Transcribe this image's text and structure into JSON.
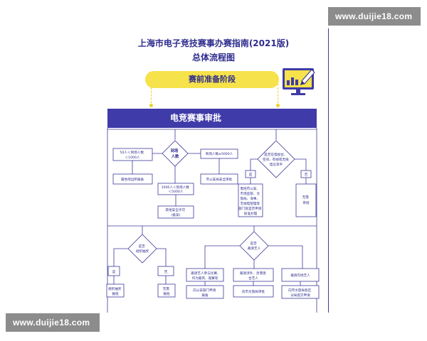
{
  "watermark": {
    "top": "www.duijie18.com",
    "bottom": "www.duijie18.com"
  },
  "title": {
    "main": "上海市电子竞技赛事办赛指南(2021版)",
    "sub": "总体流程图"
  },
  "phase_pill": "赛前准备阶段",
  "section_banner": "电竞赛事审批",
  "icon": "computer-pencil-icon",
  "colors": {
    "primary": "#3f3ba8",
    "accent": "#f6e24a",
    "line": "#3d3a9a"
  },
  "nodes": {
    "d_attendance": [
      "到场",
      "人数"
    ],
    "b_under1000": [
      "50人＜到场人数",
      "＜1000人"
    ],
    "b_venue_report": [
      "属地场出所报备"
    ],
    "b_1000_5000": [
      "1000人＜到场人数",
      "＜5000人"
    ],
    "b_permit": [
      "获批安全许可",
      "(备案)"
    ],
    "b_over5000": [
      "到场人数≥5000人"
    ],
    "b_public_security": [
      "市公安局安全审批"
    ],
    "d_broadcast": [
      "是否在电视台、",
      "空间、有线或无线",
      "电信等平"
    ],
    "yes1": "是",
    "no1": "否",
    "b_broadcast_yes": [
      "需经市公安、",
      "市场监管、文",
      "旅局、海事、",
      "无线电管理等",
      "部门就是否申请",
      "核准办理"
    ],
    "b_no_approval": [
      "无需",
      "审批"
    ],
    "d_lottery": [
      "是否",
      "组织抽奖"
    ],
    "yes2": "是",
    "no2": "否",
    "b_lottery_yes": [
      "组织抽奖",
      "报批"
    ],
    "b_lottery_no": [
      "无需",
      "报批"
    ],
    "d_artist": [
      "是否",
      "邀请艺人"
    ],
    "b_artist_foreign": [
      "邀请艺人参与比赛,",
      "作为嘉宾、观赛等"
    ],
    "b_police_report": [
      "向公安部门申请",
      "报备"
    ],
    "b_hk_macau": [
      "邀请涉外、涉港澳",
      "台艺人"
    ],
    "b_culture_approve": [
      "向市文旅局审批"
    ],
    "b_mainland": [
      "邀请内地艺人"
    ],
    "b_district": [
      "向市文旅局各区",
      "分局提交申请"
    ]
  }
}
